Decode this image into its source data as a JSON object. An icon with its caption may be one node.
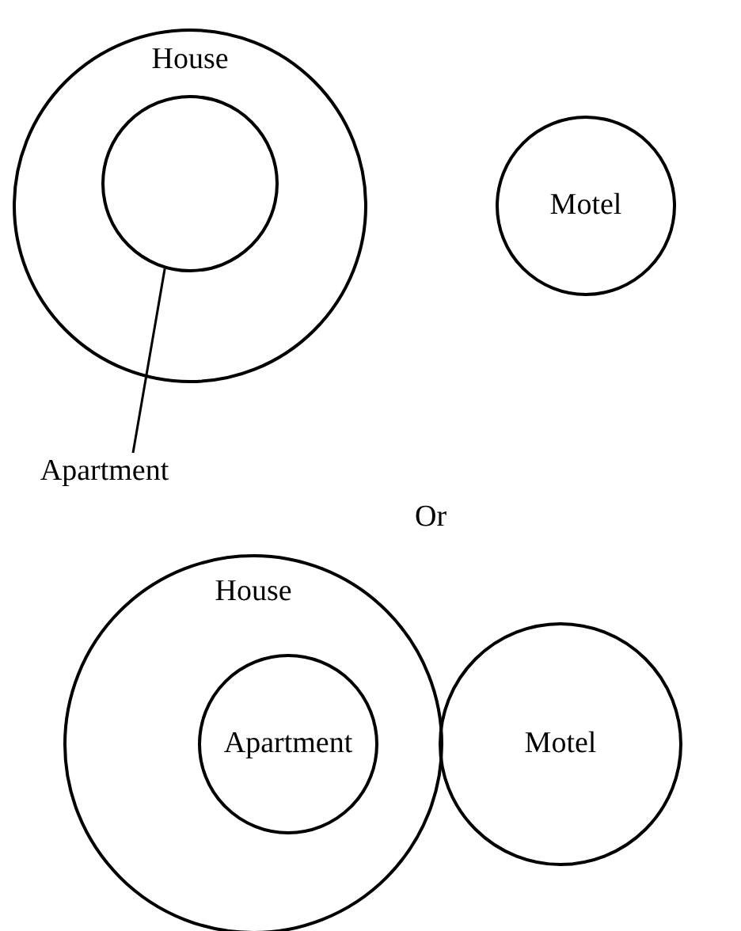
{
  "diagram": {
    "nodes": [
      {
        "text": [
          "House"
        ]
      },
      {
        "text": [],
        "shape": "circle",
        "in": 0
      },
      {
        "text": [
          "Motel"
        ]
      },
      {
        "text": [
          "Apartment"
        ]
      },
      {
        "text": [
          "House"
        ]
      },
      {
        "text": [
          "Apartment"
        ],
        "in": 4
      },
      {
        "text": [
          "Motel"
        ]
      }
    ],
    "edges": [
      {
        "from": 3,
        "to": 1,
        "arrow": "none"
      }
    ],
    "labels": [
      "Or"
    ]
  }
}
